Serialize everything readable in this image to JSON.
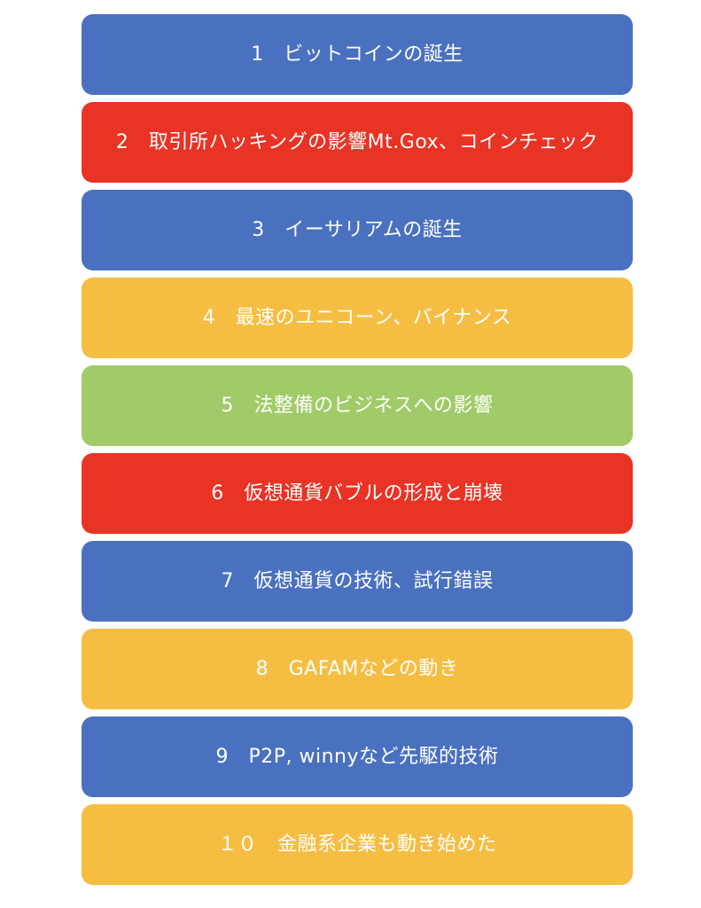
{
  "items": [
    {
      "text": "1　ビットコインの誕生",
      "color": "#4a71bf"
    },
    {
      "text": "2　取引所ハッキングの影響Mt.Gox、コインチェック",
      "color": "#e93325"
    },
    {
      "text": "3　イーサリアムの誕生",
      "color": "#4a71bf"
    },
    {
      "text": "4　最速のユニコーン、バイナンス",
      "color": "#f5be43"
    },
    {
      "text": "5　法整備のビジネスへの影響",
      "color": "#a1cb68"
    },
    {
      "text": "6　仮想通貨バブルの形成と崩壊",
      "color": "#e93325"
    },
    {
      "text": "7　仮想通貨の技術、試行錯誤",
      "color": "#4a71bf"
    },
    {
      "text": "8　GAFAMなどの動き",
      "color": "#f5be43"
    },
    {
      "text": "9　P2P, winnyなど先駆的技術",
      "color": "#4a71bf"
    },
    {
      "text": "１０　金融系企業も動き始めた",
      "color": "#f5be43"
    }
  ]
}
